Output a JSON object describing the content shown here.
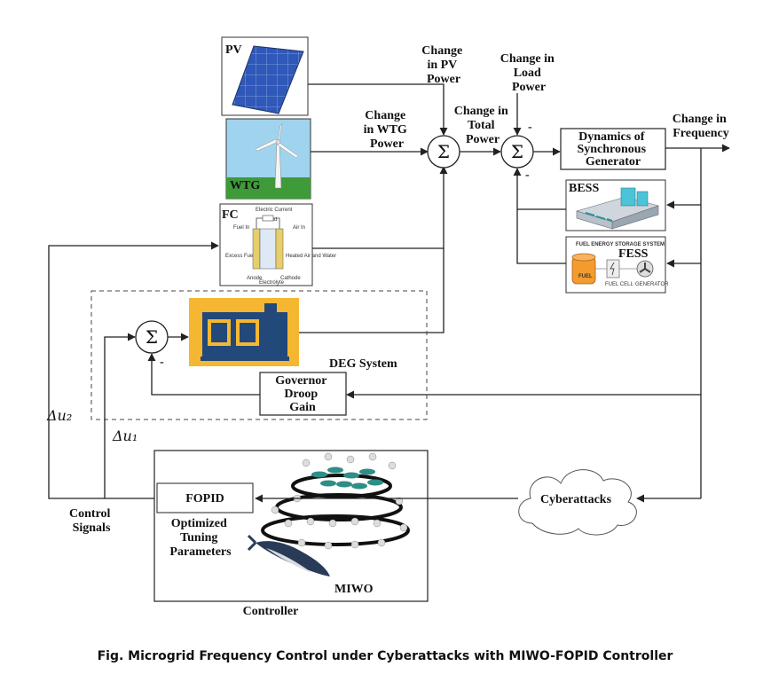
{
  "sources": {
    "pv": "PV",
    "wtg": "WTG",
    "fc": "FC"
  },
  "labels": {
    "change_pv": [
      "Change",
      "in PV",
      "Power"
    ],
    "change_wtg": [
      "Change",
      "in WTG",
      "Power"
    ],
    "change_load": [
      "Change in",
      "Load",
      "Power"
    ],
    "change_total": [
      "Change in",
      "Total",
      "Power"
    ],
    "change_freq": [
      "Change in",
      "Frequency"
    ]
  },
  "blocks": {
    "sync_gen": [
      "Dynamics of",
      "Synchronous",
      "Generator"
    ],
    "bess": "BESS",
    "fess": "FESS",
    "fess_banner": "FUEL ENERGY STORAGE SYSTEM",
    "fess_parts": [
      "FUEL",
      "FUEL CELL",
      "GENERATOR"
    ],
    "governor": [
      "Governor",
      "Droop",
      "Gain"
    ],
    "deg_system": "DEG System",
    "fopid": "FOPID",
    "optimized": [
      "Optimized",
      "Tuning",
      "Parameters"
    ],
    "miwo": "MIWO",
    "controller": "Controller",
    "cyberattacks": "Cyberattacks"
  },
  "fc_diagram": {
    "top": "Electric Current",
    "load": "Load",
    "fuel_in": "Fuel In",
    "air_in": "Air In",
    "excess": "Excess Fuel and Water",
    "heat": "Heated Air and Water",
    "anode": "Anode",
    "cathode": "Cathode",
    "electrolyte": "Electrolyte"
  },
  "signals": {
    "du2": "Δu₂",
    "du1": "Δu₁",
    "control": [
      "Control",
      "Signals"
    ]
  },
  "signs": {
    "minus": "-"
  },
  "sum_symbol": "Σ",
  "caption": "Fig. Microgrid Frequency Control under Cyberattacks with MIWO-FOPID Controller",
  "colors": {
    "pv_panel": "#2f58b8",
    "sky": "#9fd3ee",
    "grass": "#3f9a3a",
    "genset_bg": "#f5b731",
    "genset_body": "#23487a",
    "fuel_tank": "#f39b2c",
    "ship_teal": "#2f8e86"
  }
}
